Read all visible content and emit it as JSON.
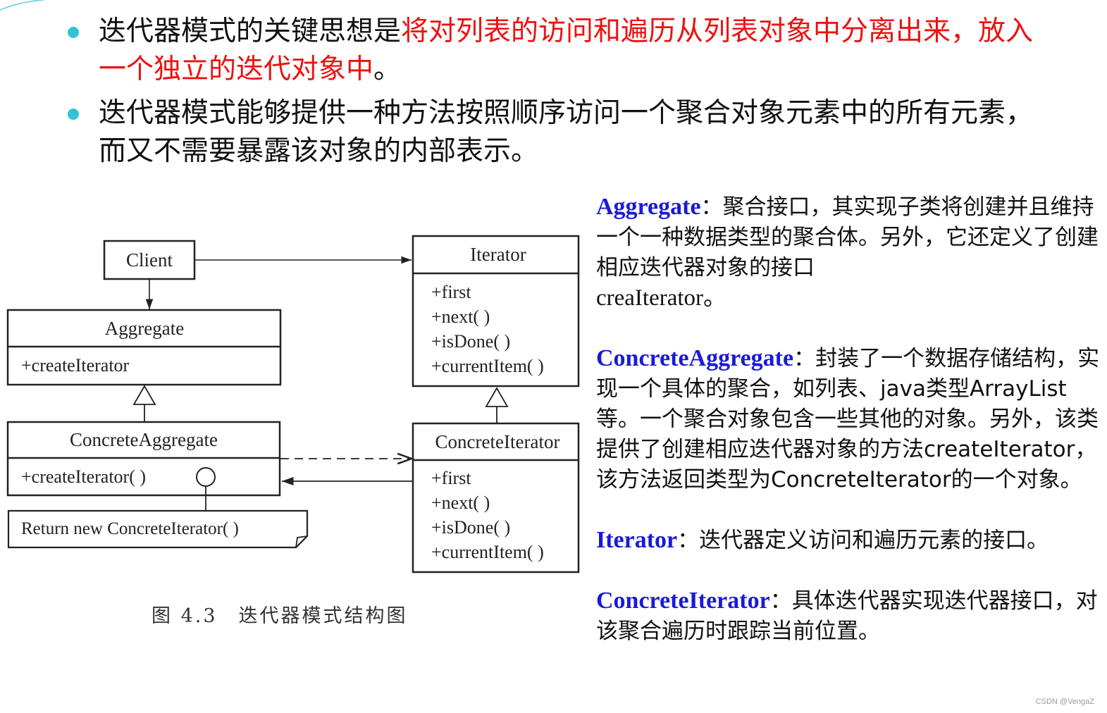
{
  "bullets": [
    {
      "plain_start": "迭代器模式的关键思想是",
      "highlight": "将对列表的访问和遍历从列表对象中分离出来，放入一个独立的迭代对象中",
      "plain_end": "。"
    },
    {
      "text": " 迭代器模式能够提供一种方法按照顺序访问一个聚合对象元素中的所有元素，而又不需要暴露该对象的内部表示。"
    }
  ],
  "diagram": {
    "client": "Client",
    "aggregate": {
      "name": "Aggregate",
      "ops": [
        "+createIterator"
      ]
    },
    "concrete_aggregate": {
      "name": "ConcreteAggregate",
      "ops": [
        "+createIterator( )"
      ]
    },
    "note": "Return new ConcreteIterator( )",
    "iterator": {
      "name": "Iterator",
      "ops": [
        "+first",
        "+next( )",
        "+isDone( )",
        "+currentItem( )"
      ]
    },
    "concrete_iterator": {
      "name": "ConcreteIterator",
      "ops": [
        "+first",
        "+next( )",
        "+isDone( )",
        "+currentItem( )"
      ]
    },
    "caption": "图 4.3　迭代器模式结构图"
  },
  "descriptions": [
    {
      "term": "Aggregate",
      "sep": "：",
      "text": "聚合接口，其实现子类将创建并且维持一个一种数据类型的聚合体。另外，它还定义了创建相应迭代器对象的接口",
      "tail": "creaIterator。"
    },
    {
      "term": "ConcreteAggregate",
      "sep": "：",
      "text": "封装了一个数据存储结构，实现一个具体的聚合，如列表、java类型ArrayList等。一个聚合对象包含一些其他的对象。另外，该类提供了创建相应迭代器对象的方法createIterator，该方法返回类型为ConcreteIterator的一个对象。"
    },
    {
      "term": "Iterator",
      "sep": "：",
      "text": "迭代器定义访问和遍历元素的接口。"
    },
    {
      "term": "ConcreteIterator",
      "sep": "：",
      "text": "具体迭代器实现迭代器接口，对该聚合遍历时跟踪当前位置。"
    }
  ],
  "watermark": "CSDN @VengaZ",
  "colors": {
    "accent_bullet": "#2fc3d6",
    "highlight_red": "#ee1111",
    "term_blue": "#1a1ad8"
  }
}
